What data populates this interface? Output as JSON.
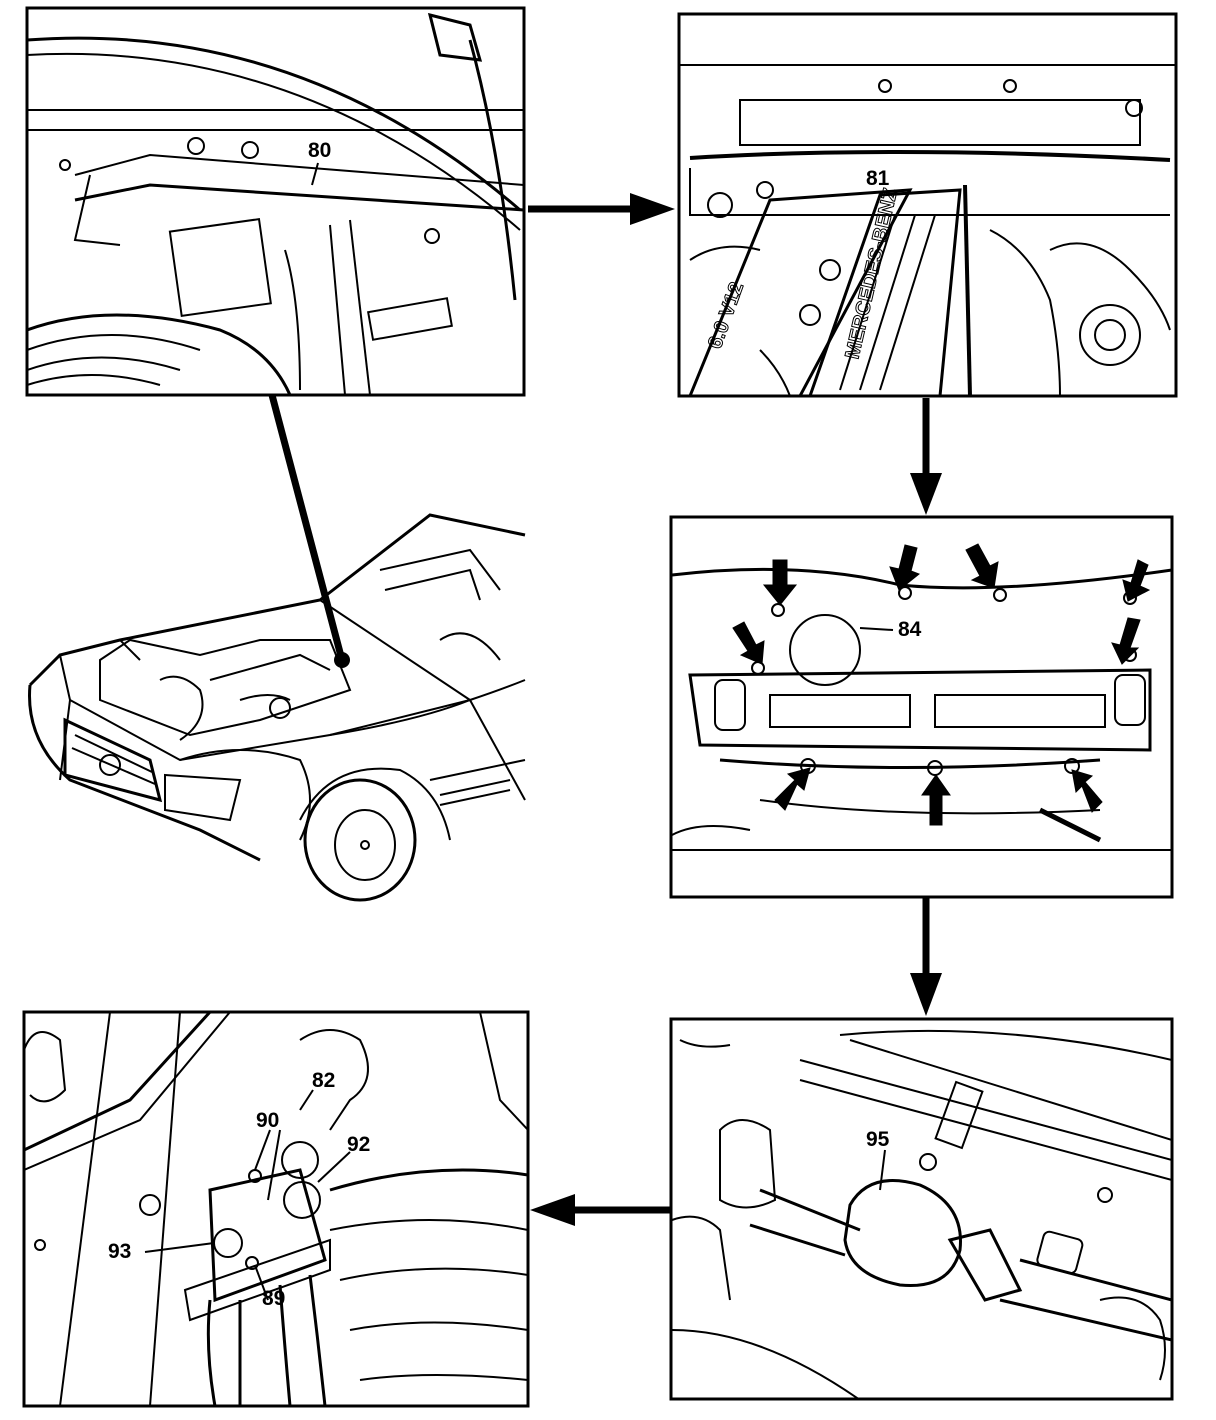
{
  "panels": {
    "hood_seal": {
      "callout": "80"
    },
    "engine_cover": {
      "callout": "81"
    },
    "cover_panel": {
      "callout": "84"
    },
    "filter": {
      "callout": "95"
    },
    "lines": {
      "callouts": [
        "82",
        "90",
        "92",
        "93",
        "89"
      ]
    }
  },
  "engine_cover_text": {
    "left": "6.0 V12",
    "right": "MERCEDES-BENZ"
  },
  "colors": {
    "ink": "#000000",
    "paper": "#ffffff"
  }
}
